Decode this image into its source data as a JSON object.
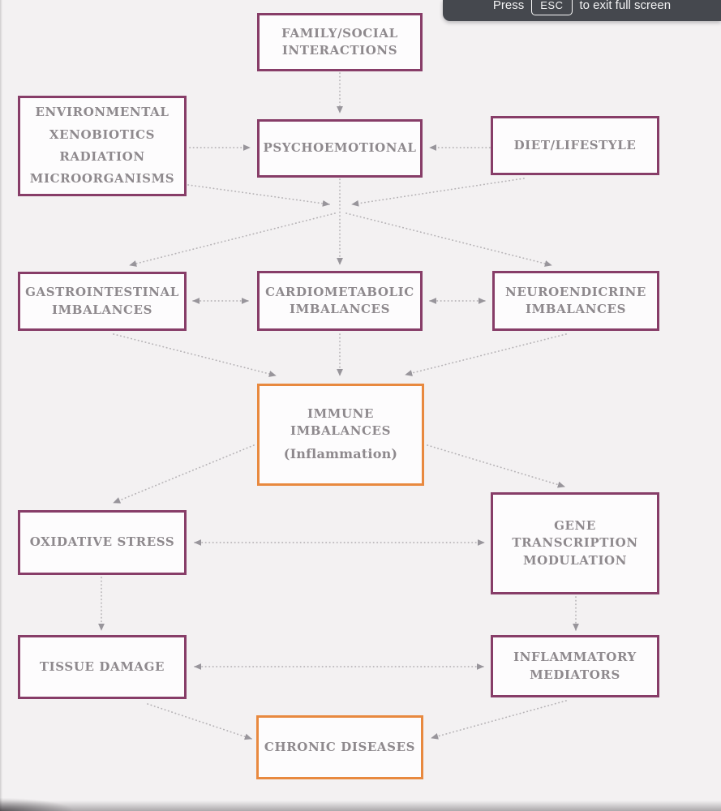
{
  "overlay": {
    "prefix": "Press",
    "key": "ESC",
    "suffix": "to exit full screen"
  },
  "colors": {
    "background": "#f3f1f2",
    "box_background": "#fdfcfd",
    "purple_border": "#873d68",
    "orange_border": "#e8893f",
    "text_gray": "#8e898d",
    "arrow_line": "#b7b4b7",
    "arrow_head": "#98959b",
    "overlay_background": "#45484e",
    "overlay_text": "#f2f2f3"
  },
  "nodes": {
    "family_social": {
      "accent": "purple",
      "lines": [
        "FAMILY/SOCIAL",
        "INTERACTIONS"
      ]
    },
    "environmental": {
      "accent": "purple",
      "lines": [
        "ENVIRONMENTAL",
        "XENOBIOTICS",
        "RADIATION",
        "MICROORGANISMS"
      ]
    },
    "psychoemotional": {
      "accent": "purple",
      "lines": [
        "PSYCHOEMOTIONAL"
      ]
    },
    "diet_lifestyle": {
      "accent": "purple",
      "lines": [
        "DIET/LIFESTYLE"
      ]
    },
    "gastrointestinal": {
      "accent": "purple",
      "lines": [
        "GASTROINTESTINAL",
        "IMBALANCES"
      ]
    },
    "cardiometabolic": {
      "accent": "purple",
      "lines": [
        "CARDIOMETABOLIC",
        "IMBALANCES"
      ]
    },
    "neuroendicrine": {
      "accent": "purple",
      "lines": [
        "NEUROENDICRINE",
        "IMBALANCES"
      ]
    },
    "immune": {
      "accent": "orange",
      "lines": [
        "IMMUNE",
        "IMBALANCES",
        "(Inflammation)"
      ]
    },
    "oxidative_stress": {
      "accent": "purple",
      "lines": [
        "OXIDATIVE STRESS"
      ]
    },
    "gene_transcription": {
      "accent": "purple",
      "lines": [
        "GENE",
        "TRANSCRIPTION",
        "MODULATION"
      ]
    },
    "tissue_damage": {
      "accent": "purple",
      "lines": [
        "TISSUE DAMAGE"
      ]
    },
    "inflammatory_mediators": {
      "accent": "purple",
      "lines": [
        "INFLAMMATORY",
        "MEDIATORS"
      ]
    },
    "chronic_diseases": {
      "accent": "orange",
      "lines": [
        "CHRONIC DISEASES"
      ]
    }
  },
  "edges": [
    {
      "from": "family_social",
      "to": "psychoemotional",
      "bidirectional": false
    },
    {
      "from": "environmental",
      "to": "psychoemotional",
      "bidirectional": false
    },
    {
      "from": "diet_lifestyle",
      "to": "psychoemotional",
      "bidirectional": false
    },
    {
      "from": "psychoemotional",
      "to": "junction",
      "bidirectional": false
    },
    {
      "from": "environmental",
      "to": "junction",
      "bidirectional": false
    },
    {
      "from": "diet_lifestyle",
      "to": "junction",
      "bidirectional": false
    },
    {
      "from": "junction",
      "to": "gastrointestinal",
      "bidirectional": false
    },
    {
      "from": "junction",
      "to": "cardiometabolic",
      "bidirectional": false
    },
    {
      "from": "junction",
      "to": "neuroendicrine",
      "bidirectional": false
    },
    {
      "from": "gastrointestinal",
      "to": "cardiometabolic",
      "bidirectional": true
    },
    {
      "from": "cardiometabolic",
      "to": "neuroendicrine",
      "bidirectional": true
    },
    {
      "from": "gastrointestinal",
      "to": "immune",
      "bidirectional": false
    },
    {
      "from": "cardiometabolic",
      "to": "immune",
      "bidirectional": false
    },
    {
      "from": "neuroendicrine",
      "to": "immune",
      "bidirectional": false
    },
    {
      "from": "immune",
      "to": "oxidative_stress",
      "bidirectional": false
    },
    {
      "from": "immune",
      "to": "gene_transcription",
      "bidirectional": false
    },
    {
      "from": "oxidative_stress",
      "to": "gene_transcription",
      "bidirectional": true
    },
    {
      "from": "oxidative_stress",
      "to": "tissue_damage",
      "bidirectional": false
    },
    {
      "from": "gene_transcription",
      "to": "inflammatory_mediators",
      "bidirectional": false
    },
    {
      "from": "tissue_damage",
      "to": "inflammatory_mediators",
      "bidirectional": true
    },
    {
      "from": "tissue_damage",
      "to": "chronic_diseases",
      "bidirectional": false
    },
    {
      "from": "inflammatory_mediators",
      "to": "chronic_diseases",
      "bidirectional": false
    }
  ]
}
